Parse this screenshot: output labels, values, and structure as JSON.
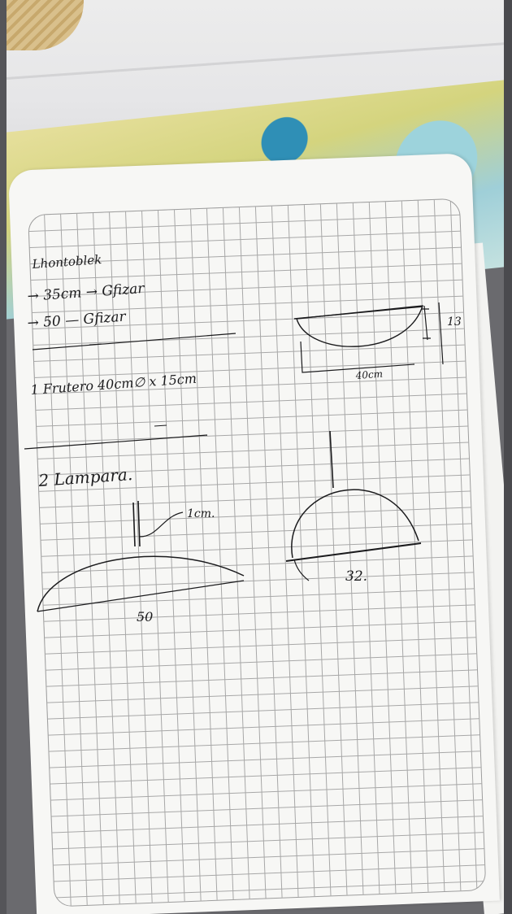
{
  "scene": {
    "description_type": "photo of handwritten notebook page with lamp sketches",
    "colors": {
      "ink": "#1b1b1d",
      "paper": "#f7f7f5",
      "grid": "#9a9a9a",
      "fabric_blue": "#2f8fb6",
      "fabric_yellow": "#e6df9c"
    }
  },
  "notes": {
    "header": "Lhontoblek",
    "line1": "→ 35cm → Gfizar",
    "line2": "→ 50 — Gfizar",
    "item1": "1 Frutero  40cm∅ x 15cm",
    "item1_depth": "13",
    "item1_width": "40cm",
    "item2": "2 Lampara.",
    "lamp_stem_label": "1cm.",
    "lamp_wide_label": "50",
    "lamp_dome_label": "32."
  }
}
